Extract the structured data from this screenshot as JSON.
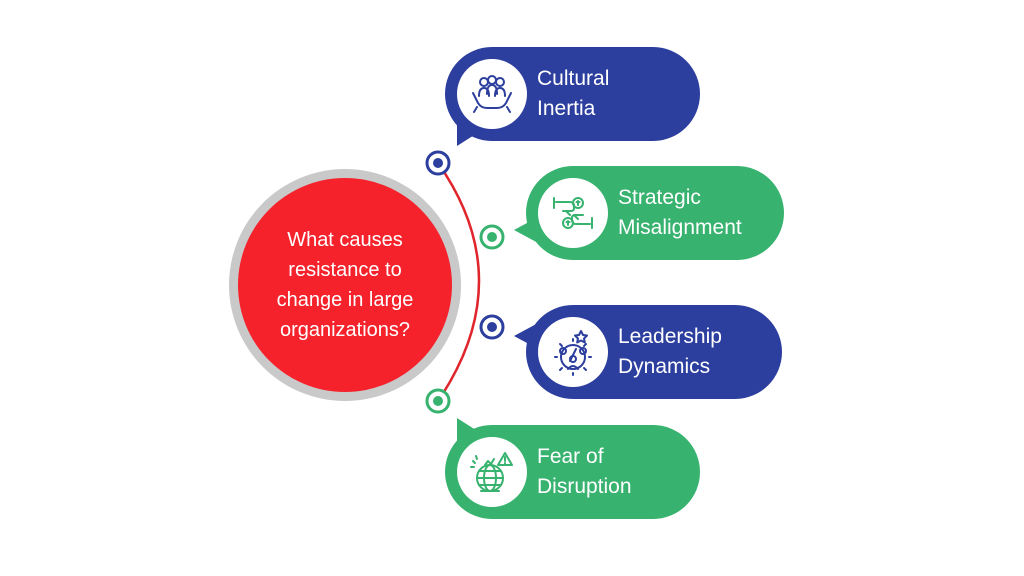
{
  "center": {
    "question": "What causes\nresistance to\nchange in large\norganizations?",
    "color": "#f5222c",
    "ring_color": "#c9c9c9"
  },
  "colors": {
    "blue": "#2c3e9e",
    "green": "#37b26f",
    "arc": "#e0252c"
  },
  "items": [
    {
      "label": "Cultural\nInertia",
      "color": "blue",
      "icon": "team-hands-icon"
    },
    {
      "label": "Strategic\nMisalignment",
      "color": "green",
      "icon": "handshake-exchange-icon"
    },
    {
      "label": "Leadership\nDynamics",
      "color": "blue",
      "icon": "leader-gear-icon"
    },
    {
      "label": "Fear of\nDisruption",
      "color": "green",
      "icon": "globe-warning-icon"
    }
  ]
}
